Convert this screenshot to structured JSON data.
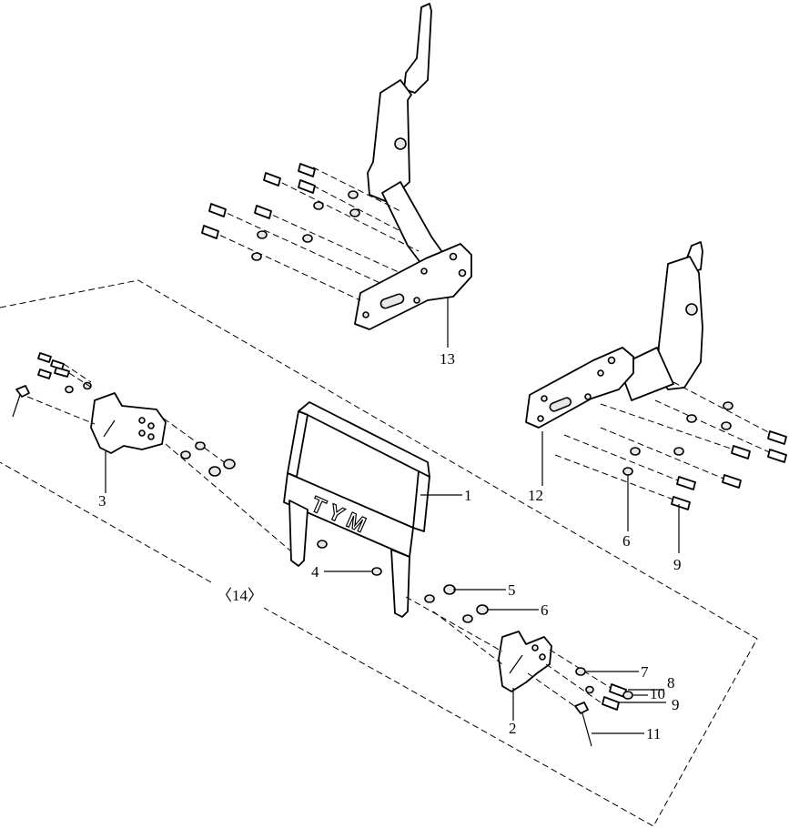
{
  "diagram": {
    "logo_text": "TYM",
    "callouts": {
      "c1": "1",
      "c2": "2",
      "c3": "3",
      "c4": "4",
      "c5": "5",
      "c6a": "6",
      "c6b": "6",
      "c7": "7",
      "c8": "8",
      "c9a": "9",
      "c9b": "9",
      "c10": "10",
      "c11": "11",
      "c12": "12",
      "c13": "13",
      "c14": "〈14〉"
    }
  }
}
